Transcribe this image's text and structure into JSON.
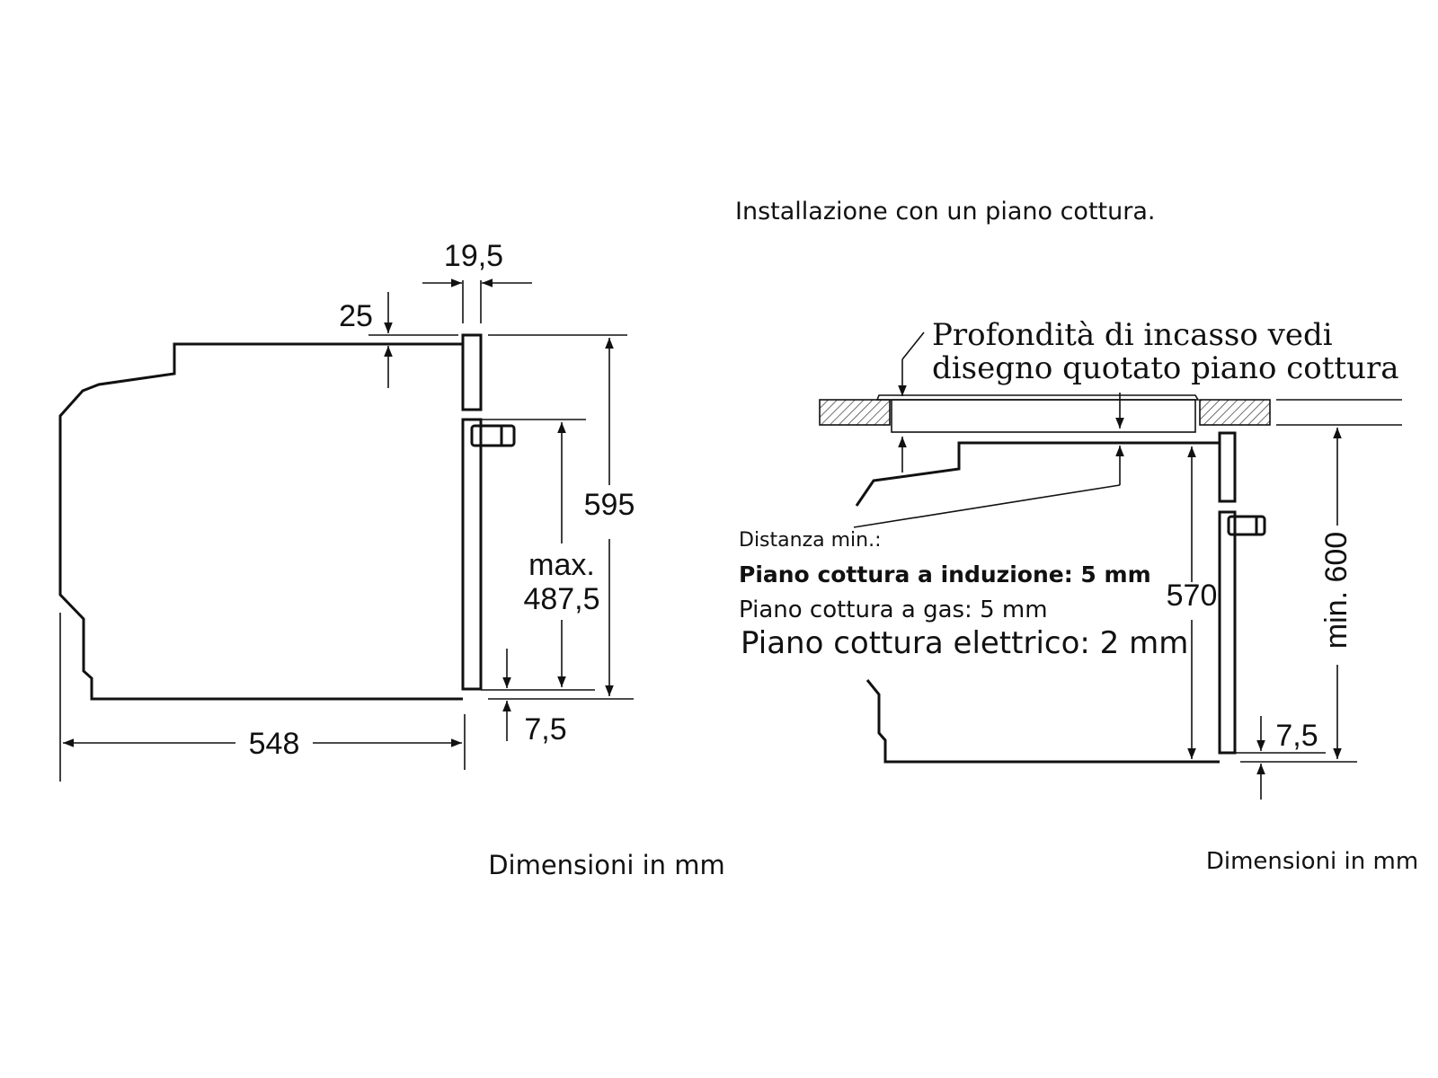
{
  "left_diagram": {
    "dim_top_gap": "19,5",
    "dim_top_offset": "25",
    "dim_height": "595",
    "dim_max_label": "max.",
    "dim_max_value": "487,5",
    "dim_bottom_offset": "7,5",
    "dim_depth": "548",
    "caption": "Dimensioni in mm"
  },
  "right_diagram": {
    "title": "Installazione con un piano cottura.",
    "note_line1": "Profondità di incasso vedi",
    "note_line2": "disegno quotato piano cottura",
    "distance_heading": "Distanza min.:",
    "distance_induction": "Piano cottura a induzione: 5 mm",
    "distance_gas": "Piano cottura a gas: 5 mm",
    "distance_electric": "Piano cottura elettrico: 2 mm",
    "dim_height": "570",
    "dim_niche": "min. 600",
    "dim_bottom_offset": "7,5",
    "caption": "Dimensioni in mm"
  }
}
